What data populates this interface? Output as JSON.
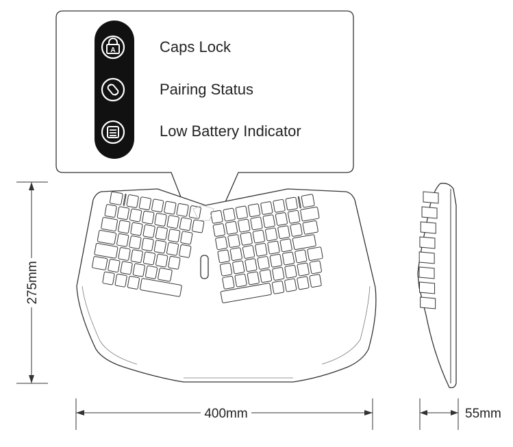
{
  "callout": {
    "items": [
      {
        "icon": "caps-lock-icon",
        "label": "Caps Lock"
      },
      {
        "icon": "pairing-link-icon",
        "label": "Pairing Status"
      },
      {
        "icon": "battery-icon",
        "label": "Low Battery Indicator"
      }
    ]
  },
  "dimensions": {
    "height": "275mm",
    "width": "400mm",
    "depth": "55mm"
  },
  "colors": {
    "outline": "#333333",
    "indicator_bar": "#111111",
    "background": "#ffffff"
  }
}
